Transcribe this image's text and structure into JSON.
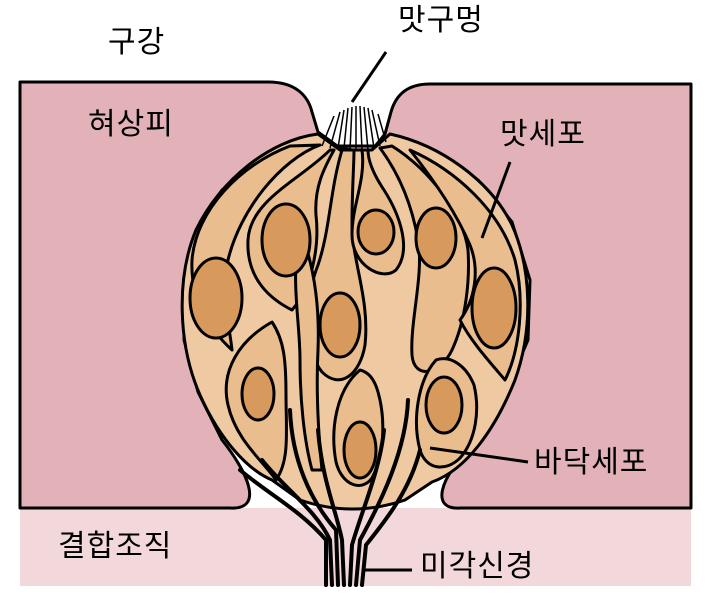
{
  "labels": {
    "oral_cavity": "구강",
    "taste_pore": "맛구멍",
    "tongue_epithelium": "혀상피",
    "taste_cell": "맛세포",
    "basal_cell": "바닥세포",
    "connective_tissue": "결합조직",
    "taste_nerve": "미각신경"
  },
  "colors": {
    "epithelium": "#e3b2b8",
    "connective": "#f2d8da",
    "bud": "#efc9a2",
    "cell": "#e9bd8d",
    "nucleus": "#d79a5c",
    "outline": "#000000"
  }
}
